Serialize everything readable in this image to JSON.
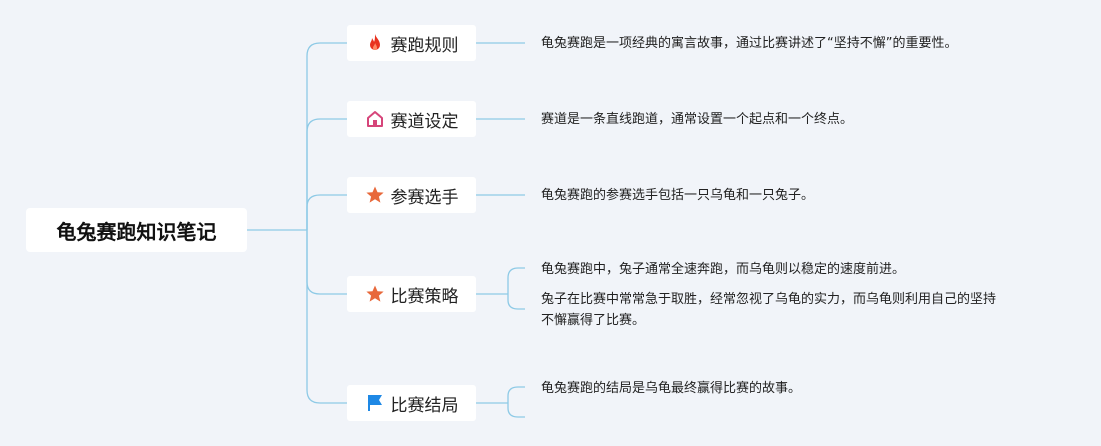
{
  "title": "龟兔赛跑知识笔记",
  "branches": [
    {
      "label": "赛跑规则",
      "icon": "fire-icon",
      "notes": [
        "龟兔赛跑是一项经典的寓言故事，通过比赛讲述了“坚持不懈”的重要性。"
      ]
    },
    {
      "label": "赛道设定",
      "icon": "home-icon",
      "notes": [
        "赛道是一条直线跑道，通常设置一个起点和一个终点。"
      ]
    },
    {
      "label": "参赛选手",
      "icon": "star-icon",
      "notes": [
        "龟兔赛跑的参赛选手包括一只乌龟和一只兔子。"
      ]
    },
    {
      "label": "比赛策略",
      "icon": "star-icon",
      "notes": [
        "龟兔赛跑中，兔子通常全速奔跑，而乌龟则以稳定的速度前进。",
        "兔子在比赛中常常急于取胜，经常忽视了乌龟的实力，而乌龟则利用自己的坚持",
        "不懈赢得了比赛。"
      ]
    },
    {
      "label": "比赛结局",
      "icon": "flag-icon",
      "notes": [
        "龟兔赛跑的结局是乌龟最终赢得比赛的故事。"
      ]
    }
  ],
  "colors": {
    "connector": "#8ecae6",
    "background": "#f1f4f9",
    "fire": "#e8321f",
    "home": "#d6457a",
    "star": "#e8683a",
    "flag": "#1e88e5"
  }
}
